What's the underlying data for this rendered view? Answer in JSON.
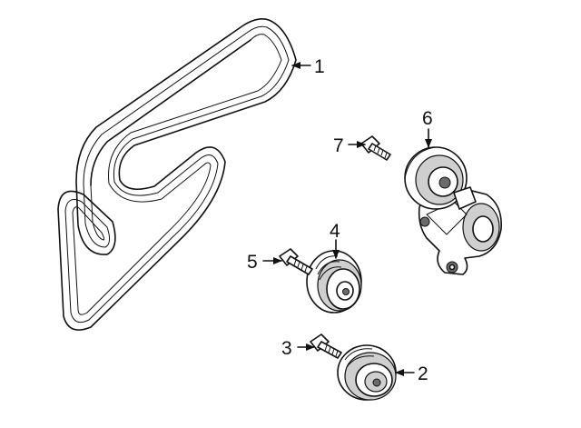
{
  "callouts": {
    "c1": "1",
    "c2": "2",
    "c3": "3",
    "c4": "4",
    "c5": "5",
    "c6": "6",
    "c7": "7"
  },
  "parts": [
    {
      "id": "1",
      "kind": "serpentine-belt"
    },
    {
      "id": "2",
      "kind": "idler-pulley"
    },
    {
      "id": "3",
      "kind": "bolt"
    },
    {
      "id": "4",
      "kind": "idler-pulley"
    },
    {
      "id": "5",
      "kind": "bolt"
    },
    {
      "id": "6",
      "kind": "belt-tensioner"
    },
    {
      "id": "7",
      "kind": "bolt"
    }
  ]
}
